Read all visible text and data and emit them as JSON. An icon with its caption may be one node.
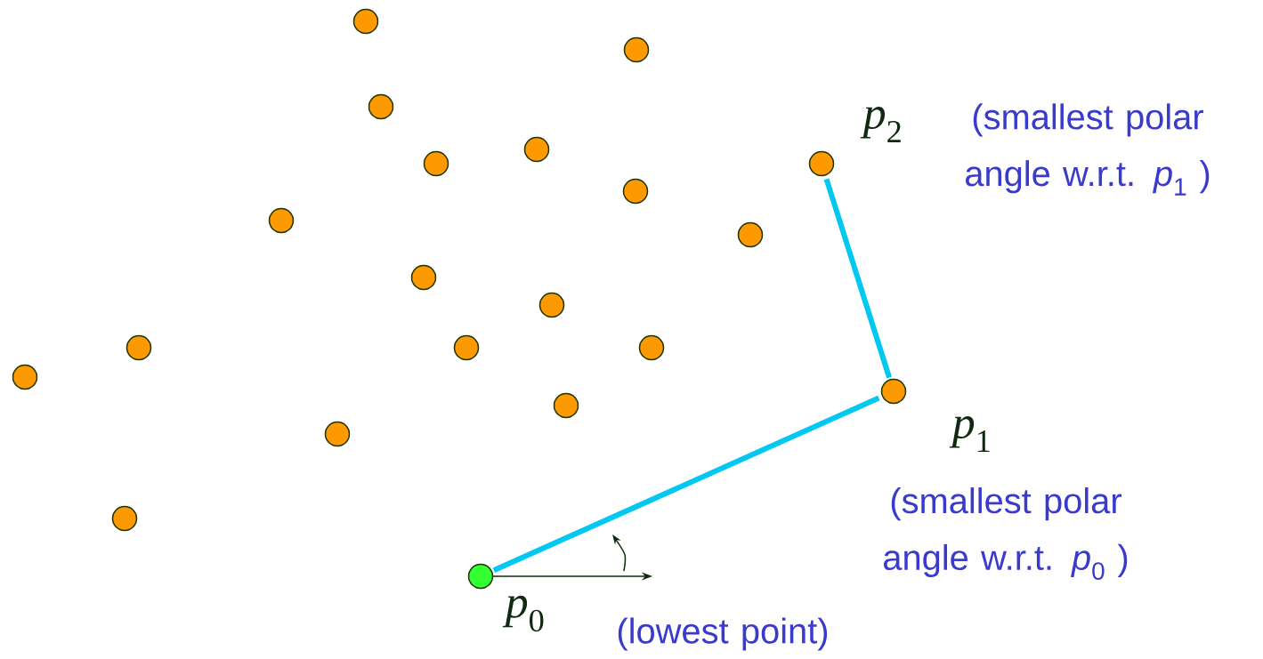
{
  "diagram": {
    "nodes": [
      {
        "text": [],
        "shape": "circle"
      },
      {
        "text": [],
        "shape": "circle"
      },
      {
        "text": [],
        "shape": "circle"
      },
      {
        "text": [],
        "shape": "circle"
      },
      {
        "text": [],
        "shape": "circle"
      },
      {
        "text": [],
        "shape": "circle",
        "beside": [
          "*p*$_{2}$",
          "(smallest polar angle w.r.t. *p*$_{1}$ )"
        ]
      },
      {
        "text": [],
        "shape": "circle"
      },
      {
        "text": [],
        "shape": "circle"
      },
      {
        "text": [],
        "shape": "circle"
      },
      {
        "text": [],
        "shape": "circle"
      },
      {
        "text": [],
        "shape": "circle"
      },
      {
        "text": [],
        "shape": "circle"
      },
      {
        "text": [],
        "shape": "circle"
      },
      {
        "text": [],
        "shape": "circle"
      },
      {
        "text": [],
        "shape": "circle"
      },
      {
        "text": [],
        "shape": "circle",
        "beside": [
          "*p*$_{1}$",
          "(smallest polar angle w.r.t. *p*$_{0}$ )"
        ]
      },
      {
        "text": [],
        "shape": "circle"
      },
      {
        "text": [],
        "shape": "circle"
      },
      {
        "text": [],
        "shape": "circle"
      },
      {
        "text": [],
        "shape": "circle",
        "beside": [
          "*p*$_{0}$",
          "(lowest point)"
        ]
      }
    ],
    "edges": [
      {
        "from": 19,
        "to": 15,
        "arrow": "none"
      },
      {
        "from": 15,
        "to": 5,
        "arrow": "none"
      }
    ]
  }
}
